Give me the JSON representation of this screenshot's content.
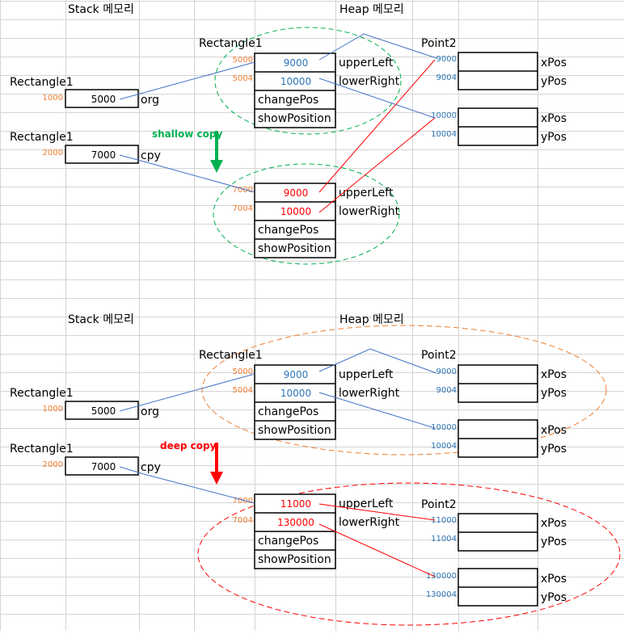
{
  "colors": {
    "grid": "#d4d4d4",
    "black": "#000000",
    "blue_line": "#4472c4",
    "blue_text": "#2e75b6",
    "orange_text": "#ed7d31",
    "red": "#ff0000",
    "green": "#00b050",
    "green_dash": "#00b050",
    "orange_dash": "#ed7d31",
    "red_dash": "#ff0000"
  },
  "top": {
    "stack_header": "Stack 메모리",
    "heap_header": "Heap 메모리",
    "org": {
      "class_label": "Rectangle1",
      "address": "1000",
      "value": "5000",
      "var_name": "org"
    },
    "cpy": {
      "class_label": "Rectangle1",
      "address": "2000",
      "value": "7000",
      "var_name": "cpy"
    },
    "copy_label": "shallow copy",
    "rect_a": {
      "class_label": "Rectangle1",
      "addresses": [
        "5000",
        "5004"
      ],
      "cells": [
        "9000",
        "10000",
        "changePos",
        "showPosition"
      ],
      "field_names": [
        "upperLeft",
        "lowerRight"
      ]
    },
    "rect_b": {
      "addresses": [
        "7000",
        "7004"
      ],
      "cells": [
        "9000",
        "10000",
        "changePos",
        "showPosition"
      ],
      "field_names": [
        "upperLeft",
        "lowerRight"
      ]
    },
    "points_label": "Point2",
    "point_1": {
      "addresses": [
        "9000",
        "9004"
      ],
      "fields": [
        "xPos",
        "yPos"
      ]
    },
    "point_2": {
      "addresses": [
        "10000",
        "10004"
      ],
      "fields": [
        "xPos",
        "yPos"
      ]
    }
  },
  "bottom": {
    "stack_header": "Stack 메모리",
    "heap_header": "Heap 메모리",
    "org": {
      "class_label": "Rectangle1",
      "address": "1000",
      "value": "5000",
      "var_name": "org"
    },
    "cpy": {
      "class_label": "Rectangle1",
      "address": "2000",
      "value": "7000",
      "var_name": "cpy"
    },
    "copy_label": "deep copy",
    "rect_a": {
      "class_label": "Rectangle1",
      "addresses": [
        "5000",
        "5004"
      ],
      "cells": [
        "9000",
        "10000",
        "changePos",
        "showPosition"
      ],
      "field_names": [
        "upperLeft",
        "lowerRight"
      ]
    },
    "rect_b": {
      "addresses": [
        "7000",
        "7004"
      ],
      "cells": [
        "11000",
        "130000",
        "changePos",
        "showPosition"
      ],
      "field_names": [
        "upperLeft",
        "lowerRight"
      ]
    },
    "points_label_a": "Point2",
    "points_label_b": "Point2",
    "point_1": {
      "addresses": [
        "9000",
        "9004"
      ],
      "fields": [
        "xPos",
        "yPos"
      ]
    },
    "point_2": {
      "addresses": [
        "10000",
        "10004"
      ],
      "fields": [
        "xPos",
        "yPos"
      ]
    },
    "point_3": {
      "addresses": [
        "11000",
        "11004"
      ],
      "fields": [
        "xPos",
        "yPos"
      ]
    },
    "point_4": {
      "addresses": [
        "130000",
        "130004"
      ],
      "fields": [
        "xPos",
        "yPos"
      ]
    }
  }
}
